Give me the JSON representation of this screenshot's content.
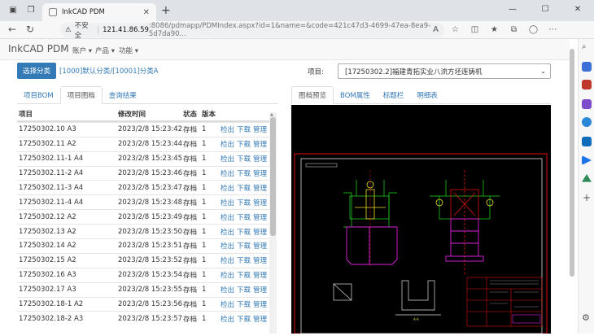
{
  "browser": {
    "tab_title": "InkCAD PDM",
    "insecure_label": "不安全",
    "url_host": "121.41.86.59",
    "url_rest": ":8086/pdmapp/PDMIndex.aspx?id=1&name=&code=421c47d3-4699-47ea-8ea9-5d7da90..."
  },
  "app": {
    "brand": "InkCAD PDM",
    "menu": [
      "账户",
      "产品",
      "功能"
    ]
  },
  "toolbar": {
    "classify_label": "选择分类",
    "breadcrumb": "[1000]默认分类/[10001]分类A",
    "project_label": "项目:",
    "project_value": "[17250302.2]福建青拓实业八流方坯连铸机"
  },
  "left_tabs": [
    "项目BOM",
    "项目图档",
    "查询结果"
  ],
  "right_tabs": [
    "图档预览",
    "BOM属性",
    "标题栏",
    "明细表"
  ],
  "table": {
    "headers": [
      "项目",
      "修改时间",
      "状态",
      "版本"
    ],
    "rows": [
      {
        "name": "17250302.10 A3",
        "time": "2023/2/8 15:23:42",
        "status": "存档",
        "ver": "1"
      },
      {
        "name": "17250302.11 A2",
        "time": "2023/2/8 15:23:44",
        "status": "存档",
        "ver": "1"
      },
      {
        "name": "17250302.11-1 A4",
        "time": "2023/2/8 15:23:45",
        "status": "存档",
        "ver": "1"
      },
      {
        "name": "17250302.11-2 A4",
        "time": "2023/2/8 15:23:46",
        "status": "存档",
        "ver": "1"
      },
      {
        "name": "17250302.11-3 A4",
        "time": "2023/2/8 15:23:47",
        "status": "存档",
        "ver": "1"
      },
      {
        "name": "17250302.11-4 A4",
        "time": "2023/2/8 15:23:48",
        "status": "存档",
        "ver": "1"
      },
      {
        "name": "17250302.12 A2",
        "time": "2023/2/8 15:23:49",
        "status": "存档",
        "ver": "1"
      },
      {
        "name": "17250302.13 A2",
        "time": "2023/2/8 15:23:50",
        "status": "存档",
        "ver": "1"
      },
      {
        "name": "17250302.14 A2",
        "time": "2023/2/8 15:23:51",
        "status": "存档",
        "ver": "1"
      },
      {
        "name": "17250302.15 A2",
        "time": "2023/2/8 15:23:52",
        "status": "存档",
        "ver": "1"
      },
      {
        "name": "17250302.16 A3",
        "time": "2023/2/8 15:23:54",
        "status": "存档",
        "ver": "1"
      },
      {
        "name": "17250302.17 A3",
        "time": "2023/2/8 15:23:55",
        "status": "存档",
        "ver": "1"
      },
      {
        "name": "17250302.18-1 A2",
        "time": "2023/2/8 15:23:56",
        "status": "存档",
        "ver": "1"
      },
      {
        "name": "17250302.18-2 A3",
        "time": "2023/2/8 15:23:57",
        "status": "存档",
        "ver": "1"
      }
    ],
    "actions": [
      "检出",
      "下载",
      "管理"
    ]
  }
}
